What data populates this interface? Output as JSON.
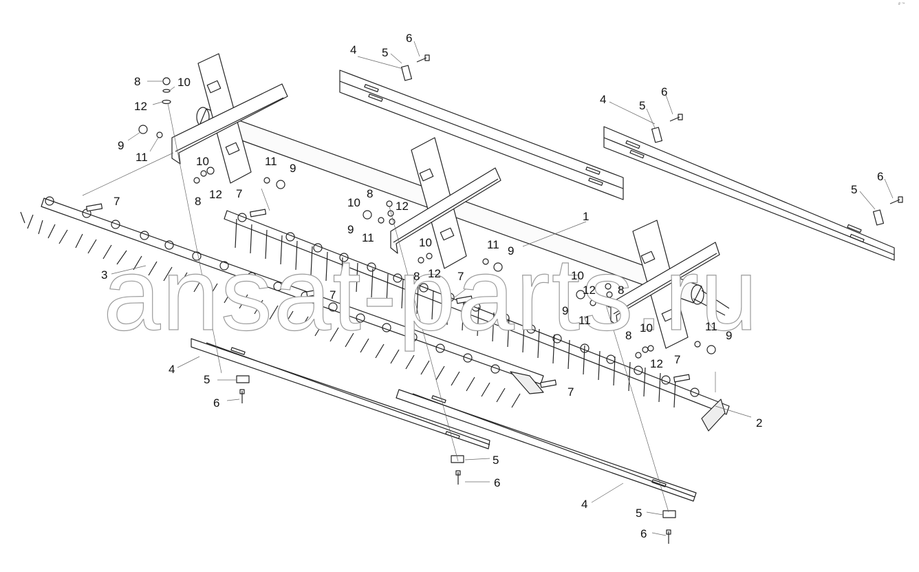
{
  "watermark": "ansat-parts.ru",
  "corner_mark": "₽ ™",
  "callouts": [
    {
      "n": "4"
    },
    {
      "n": "5"
    },
    {
      "n": "6"
    },
    {
      "n": "4"
    },
    {
      "n": "5"
    },
    {
      "n": "6"
    },
    {
      "n": "5"
    },
    {
      "n": "6"
    },
    {
      "n": "8"
    },
    {
      "n": "10"
    },
    {
      "n": "12"
    },
    {
      "n": "9"
    },
    {
      "n": "11"
    },
    {
      "n": "10"
    },
    {
      "n": "12"
    },
    {
      "n": "8"
    },
    {
      "n": "11"
    },
    {
      "n": "9"
    },
    {
      "n": "7"
    },
    {
      "n": "7"
    },
    {
      "n": "3"
    },
    {
      "n": "7"
    },
    {
      "n": "8"
    },
    {
      "n": "10"
    },
    {
      "n": "12"
    },
    {
      "n": "9"
    },
    {
      "n": "11"
    },
    {
      "n": "10"
    },
    {
      "n": "11"
    },
    {
      "n": "9"
    },
    {
      "n": "8"
    },
    {
      "n": "12"
    },
    {
      "n": "7"
    },
    {
      "n": "1"
    },
    {
      "n": "10"
    },
    {
      "n": "12"
    },
    {
      "n": "8"
    },
    {
      "n": "9"
    },
    {
      "n": "11"
    },
    {
      "n": "8"
    },
    {
      "n": "10"
    },
    {
      "n": "11"
    },
    {
      "n": "9"
    },
    {
      "n": "12"
    },
    {
      "n": "7"
    },
    {
      "n": "2"
    },
    {
      "n": "7"
    },
    {
      "n": "4"
    },
    {
      "n": "5"
    },
    {
      "n": "6"
    },
    {
      "n": "5"
    },
    {
      "n": "6"
    },
    {
      "n": "4"
    },
    {
      "n": "5"
    },
    {
      "n": "6"
    }
  ]
}
